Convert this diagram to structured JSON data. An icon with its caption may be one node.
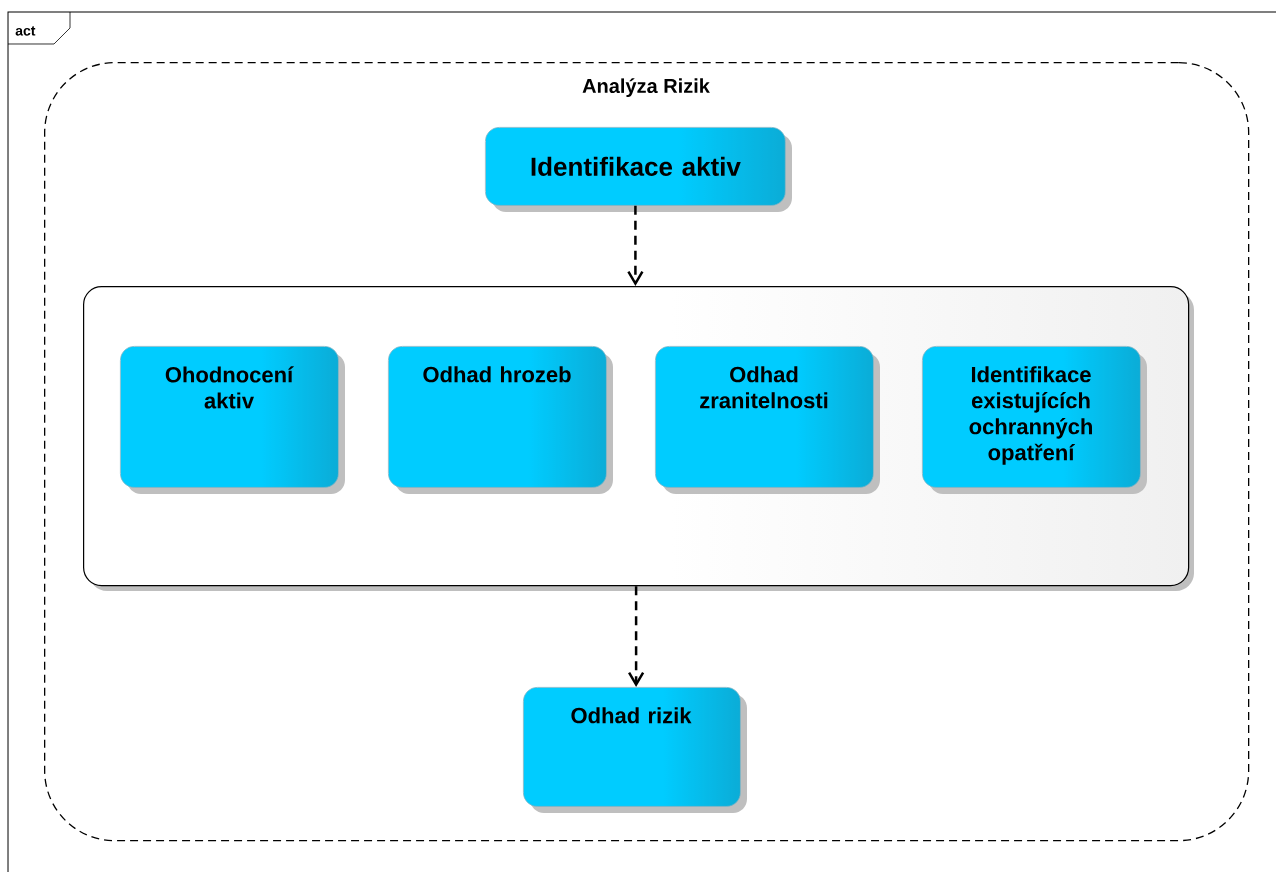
{
  "diagram": {
    "nodes": [
      {
        "text": [
          "Analýza Rizik"
        ]
      },
      {
        "text": [
          "Identifikace aktiv"
        ],
        "in": 0
      },
      {
        "text": [],
        "shape": "box",
        "in": 0
      },
      {
        "text": [
          "Ohodnocení aktiv"
        ],
        "in": 2
      },
      {
        "text": [
          "Odhad hrozeb"
        ],
        "in": 2
      },
      {
        "text": [
          "Odhad zranitelnosti"
        ],
        "in": 2
      },
      {
        "text": [
          "Identifikace existujících ochranných opatření"
        ],
        "in": 2
      },
      {
        "text": [
          "Odhad rizik"
        ],
        "in": 0
      }
    ],
    "edges": [
      {
        "from": 1,
        "to": 2,
        "arrow": "to",
        "style": "dashed"
      },
      {
        "from": 2,
        "to": 7,
        "arrow": "to",
        "style": "dashed"
      }
    ],
    "labels": [
      "act"
    ]
  }
}
